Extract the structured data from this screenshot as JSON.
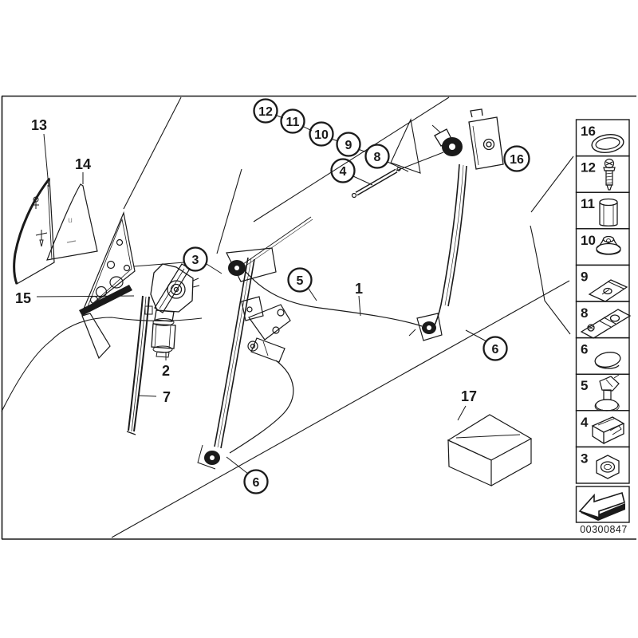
{
  "drawing": {
    "title_hint": "window regulator exploded parts diagram",
    "image_number": "00300847",
    "line_color": "#1a1a1a",
    "background_color": "#ffffff",
    "callouts": [
      {
        "label": "12"
      },
      {
        "label": "11"
      },
      {
        "label": "10"
      },
      {
        "label": "9"
      },
      {
        "label": "8"
      },
      {
        "label": "4"
      },
      {
        "label": "3"
      },
      {
        "label": "5"
      },
      {
        "label": "16"
      },
      {
        "label": "6"
      },
      {
        "label": "6"
      }
    ],
    "part_labels": [
      {
        "label": "13"
      },
      {
        "label": "14"
      },
      {
        "label": "15"
      },
      {
        "label": "2"
      },
      {
        "label": "7"
      },
      {
        "label": "1"
      },
      {
        "label": "17"
      }
    ],
    "glass_marking": "u"
  },
  "legend": {
    "items": [
      {
        "number": "16",
        "icon": "o-ring-seal-icon"
      },
      {
        "number": "12",
        "icon": "screw-bolt-icon"
      },
      {
        "number": "11",
        "icon": "spacer-sleeve-icon"
      },
      {
        "number": "10",
        "icon": "grommet-nut-icon"
      },
      {
        "number": "9",
        "icon": "clamp-plate-icon"
      },
      {
        "number": "8",
        "icon": "gasket-plate-icon"
      },
      {
        "number": "6",
        "icon": "cover-cap-icon"
      },
      {
        "number": "5",
        "icon": "grommet-clip-icon"
      },
      {
        "number": "4",
        "icon": "spring-clip-icon"
      },
      {
        "number": "3",
        "icon": "hex-nut-icon"
      }
    ],
    "direction_arrow": "down-left"
  }
}
